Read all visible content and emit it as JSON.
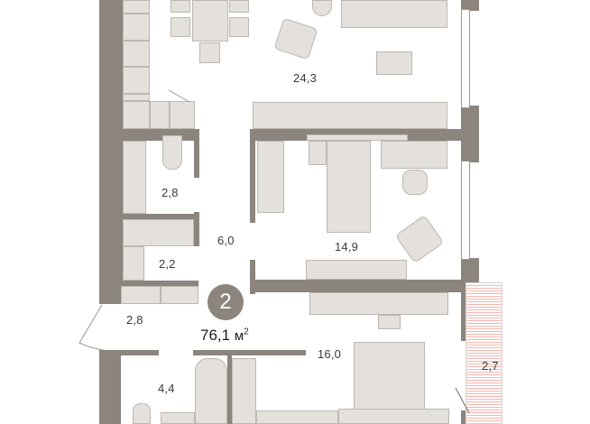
{
  "plan": {
    "apartment_number": "2",
    "total_area": "76,1",
    "area_unit": "м",
    "area_unit_power": "2",
    "colors": {
      "wall": "#8c857d",
      "furniture": "#e4e0dc",
      "furniture_outline": "#bdb7b0",
      "balcony_stripes": "#f4b6b0",
      "text": "#3b3835"
    },
    "rooms": [
      {
        "id": "living-kitchen",
        "area": "24,3"
      },
      {
        "id": "bathroom-upper",
        "area": "2,8"
      },
      {
        "id": "hallway",
        "area": "6,0"
      },
      {
        "id": "laundry",
        "area": "2,2"
      },
      {
        "id": "bedroom-small",
        "area": "14,9"
      },
      {
        "id": "entrance",
        "area": "2,8"
      },
      {
        "id": "bedroom-master",
        "area": "16,0"
      },
      {
        "id": "bathroom-lower",
        "area": "4,4"
      },
      {
        "id": "balcony",
        "area": "2,7"
      }
    ]
  }
}
